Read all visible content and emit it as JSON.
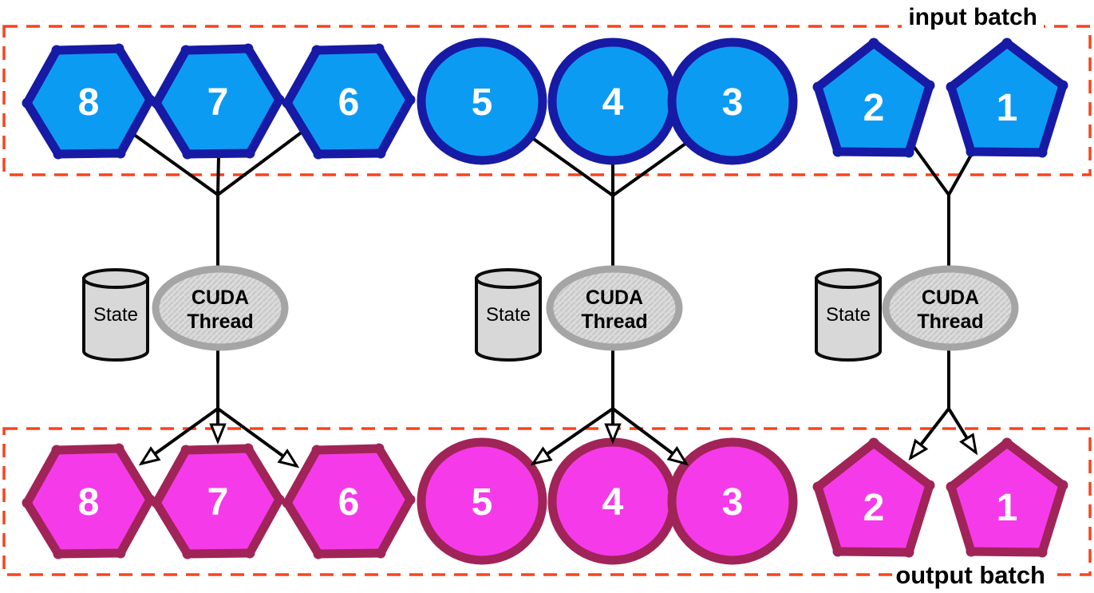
{
  "colors": {
    "input_fill": "#0C9BF3",
    "input_stroke": "#171AA4",
    "output_fill": "#F53BE9",
    "output_stroke": "#A02457",
    "batch_border": "#F9431D",
    "connector": "#000000",
    "thread_ring": "#A5A5A5",
    "thread_fill": "#DBDBDB",
    "thread_hatch": "#C7C7C7",
    "state_fill": "#D8D8D8",
    "state_stroke": "#0B0B0B",
    "number_color": "#FFFFFF",
    "label_color": "#000000",
    "arrowhead_fill": "#FFFFFF"
  },
  "input_batch": {
    "label": "input batch",
    "items": [
      {
        "shape": "hexagon",
        "value": "8"
      },
      {
        "shape": "hexagon",
        "value": "7"
      },
      {
        "shape": "hexagon",
        "value": "6"
      },
      {
        "shape": "circle",
        "value": "5"
      },
      {
        "shape": "circle",
        "value": "4"
      },
      {
        "shape": "circle",
        "value": "3"
      },
      {
        "shape": "pentagon",
        "value": "2"
      },
      {
        "shape": "pentagon",
        "value": "1"
      }
    ]
  },
  "output_batch": {
    "label": "output batch",
    "items": [
      {
        "shape": "hexagon",
        "value": "8"
      },
      {
        "shape": "hexagon",
        "value": "7"
      },
      {
        "shape": "hexagon",
        "value": "6"
      },
      {
        "shape": "circle",
        "value": "5"
      },
      {
        "shape": "circle",
        "value": "4"
      },
      {
        "shape": "circle",
        "value": "3"
      },
      {
        "shape": "pentagon",
        "value": "2"
      },
      {
        "shape": "pentagon",
        "value": "1"
      }
    ]
  },
  "threads": [
    {
      "state_label": "State",
      "name_lines": [
        "CUDA",
        "Thread"
      ],
      "handles_items": [
        "8",
        "7",
        "6"
      ]
    },
    {
      "state_label": "State",
      "name_lines": [
        "CUDA",
        "Thread"
      ],
      "handles_items": [
        "5",
        "4",
        "3"
      ]
    },
    {
      "state_label": "State",
      "name_lines": [
        "CUDA",
        "Thread"
      ],
      "handles_items": [
        "2",
        "1"
      ]
    }
  ]
}
